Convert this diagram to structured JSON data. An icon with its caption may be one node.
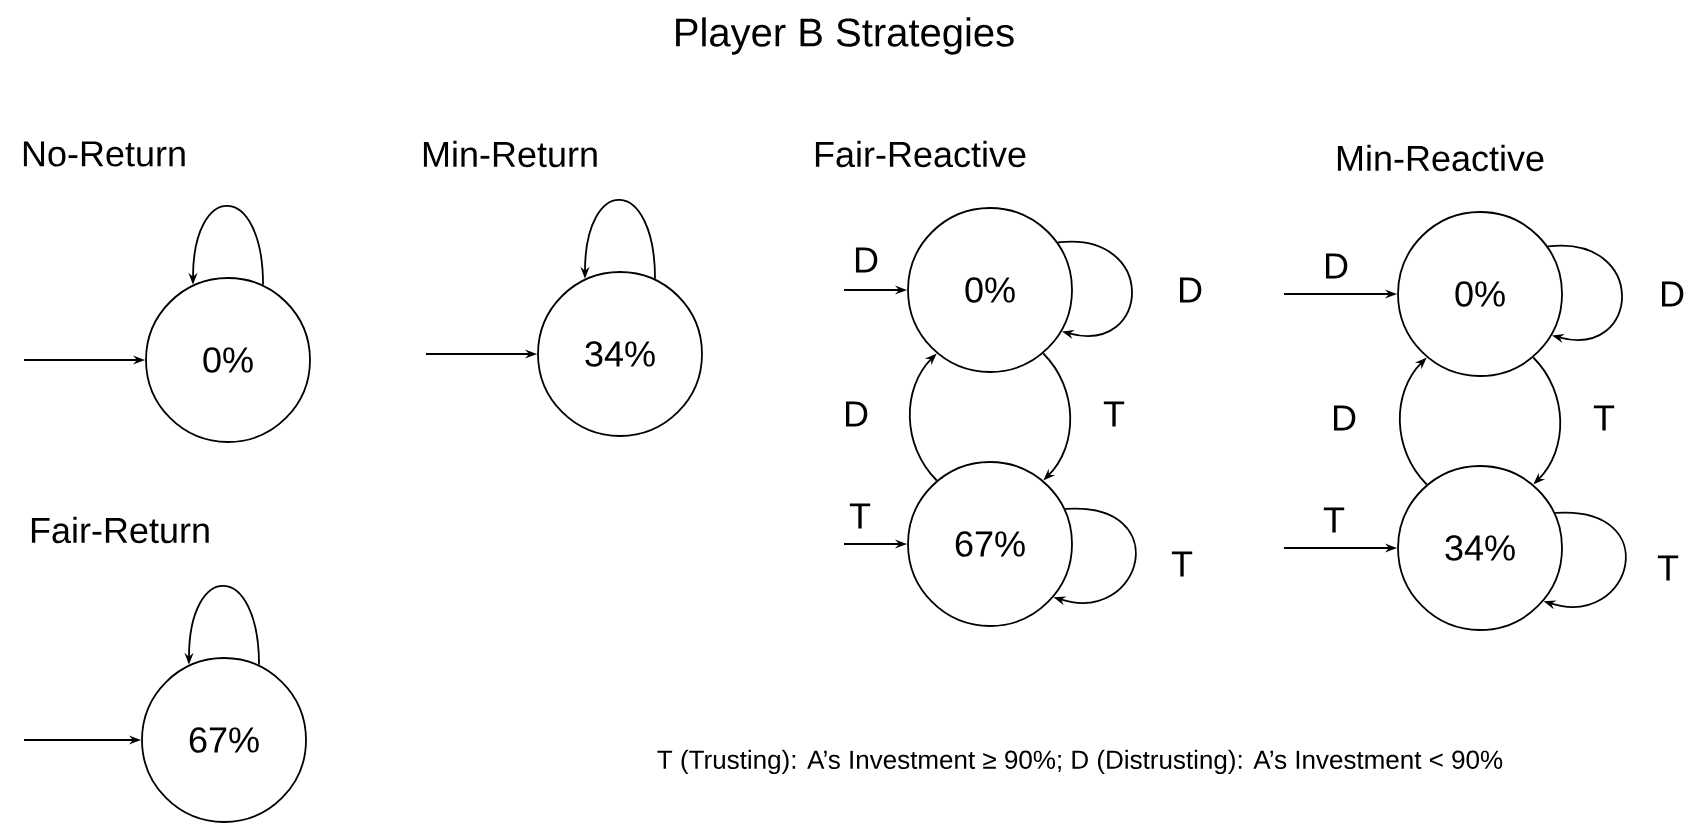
{
  "diagram": {
    "title": "Player B Strategies",
    "nodes": [
      {
        "text": [
          "0%"
        ]
      },
      {
        "text": [
          "34%"
        ]
      },
      {
        "text": [
          "0%"
        ]
      },
      {
        "text": [
          "67%"
        ]
      },
      {
        "text": [
          "0%"
        ]
      },
      {
        "text": [
          "34%"
        ]
      },
      {
        "text": [
          "67%"
        ]
      }
    ],
    "edges": [
      {
        "from": null,
        "to": 0,
        "arrow": "to"
      },
      {
        "from": 0,
        "to": 0,
        "arrow": "to"
      },
      {
        "from": null,
        "to": 1,
        "arrow": "to"
      },
      {
        "from": 1,
        "to": 1,
        "arrow": "to"
      },
      {
        "from": null,
        "to": 2,
        "arrow": "to",
        "label": "D"
      },
      {
        "from": 2,
        "to": 2,
        "arrow": "to",
        "label": "D"
      },
      {
        "from": 2,
        "to": 3,
        "arrow": "to",
        "label": "T"
      },
      {
        "from": 3,
        "to": 2,
        "arrow": "to",
        "label": "D"
      },
      {
        "from": null,
        "to": 3,
        "arrow": "to",
        "label": "T"
      },
      {
        "from": 3,
        "to": 3,
        "arrow": "to",
        "label": "T"
      },
      {
        "from": null,
        "to": 4,
        "arrow": "to",
        "label": "D"
      },
      {
        "from": 4,
        "to": 4,
        "arrow": "to",
        "label": "D"
      },
      {
        "from": 4,
        "to": 5,
        "arrow": "to",
        "label": "T"
      },
      {
        "from": 5,
        "to": 4,
        "arrow": "to",
        "label": "D"
      },
      {
        "from": null,
        "to": 5,
        "arrow": "to",
        "label": "T"
      },
      {
        "from": 5,
        "to": 5,
        "arrow": "to",
        "label": "T"
      },
      {
        "from": null,
        "to": 6,
        "arrow": "to"
      },
      {
        "from": 6,
        "to": 6,
        "arrow": "to"
      }
    ],
    "labels": [
      "No-Return",
      "Min-Return",
      "Fair-Reactive",
      "Min-Reactive",
      "Fair-Return",
      "T (Trusting): A’s Investment ≥ 90%; D (Distrusting): A’s Investment < 90%"
    ]
  }
}
